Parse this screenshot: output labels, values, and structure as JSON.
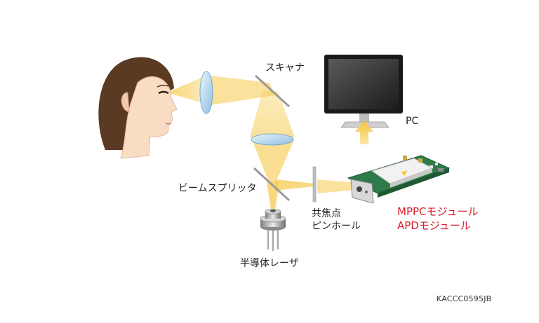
{
  "labels": {
    "scanner": "スキャナ",
    "pc": "PC",
    "beam_splitter": "ビームスプリッタ",
    "confocal_line1": "共焦点",
    "confocal_line2": "ピンホール",
    "mppc_module": "MPPCモジュール",
    "apd_module": "APDモジュール",
    "semiconductor_laser": "半導体レーザ",
    "figure_code": "KACCC0595JB"
  },
  "colors": {
    "beam": "#f6c94a",
    "module_label": "#d81f2a",
    "pcb": "#2f7a4a",
    "lens": "#b9d9ef"
  }
}
